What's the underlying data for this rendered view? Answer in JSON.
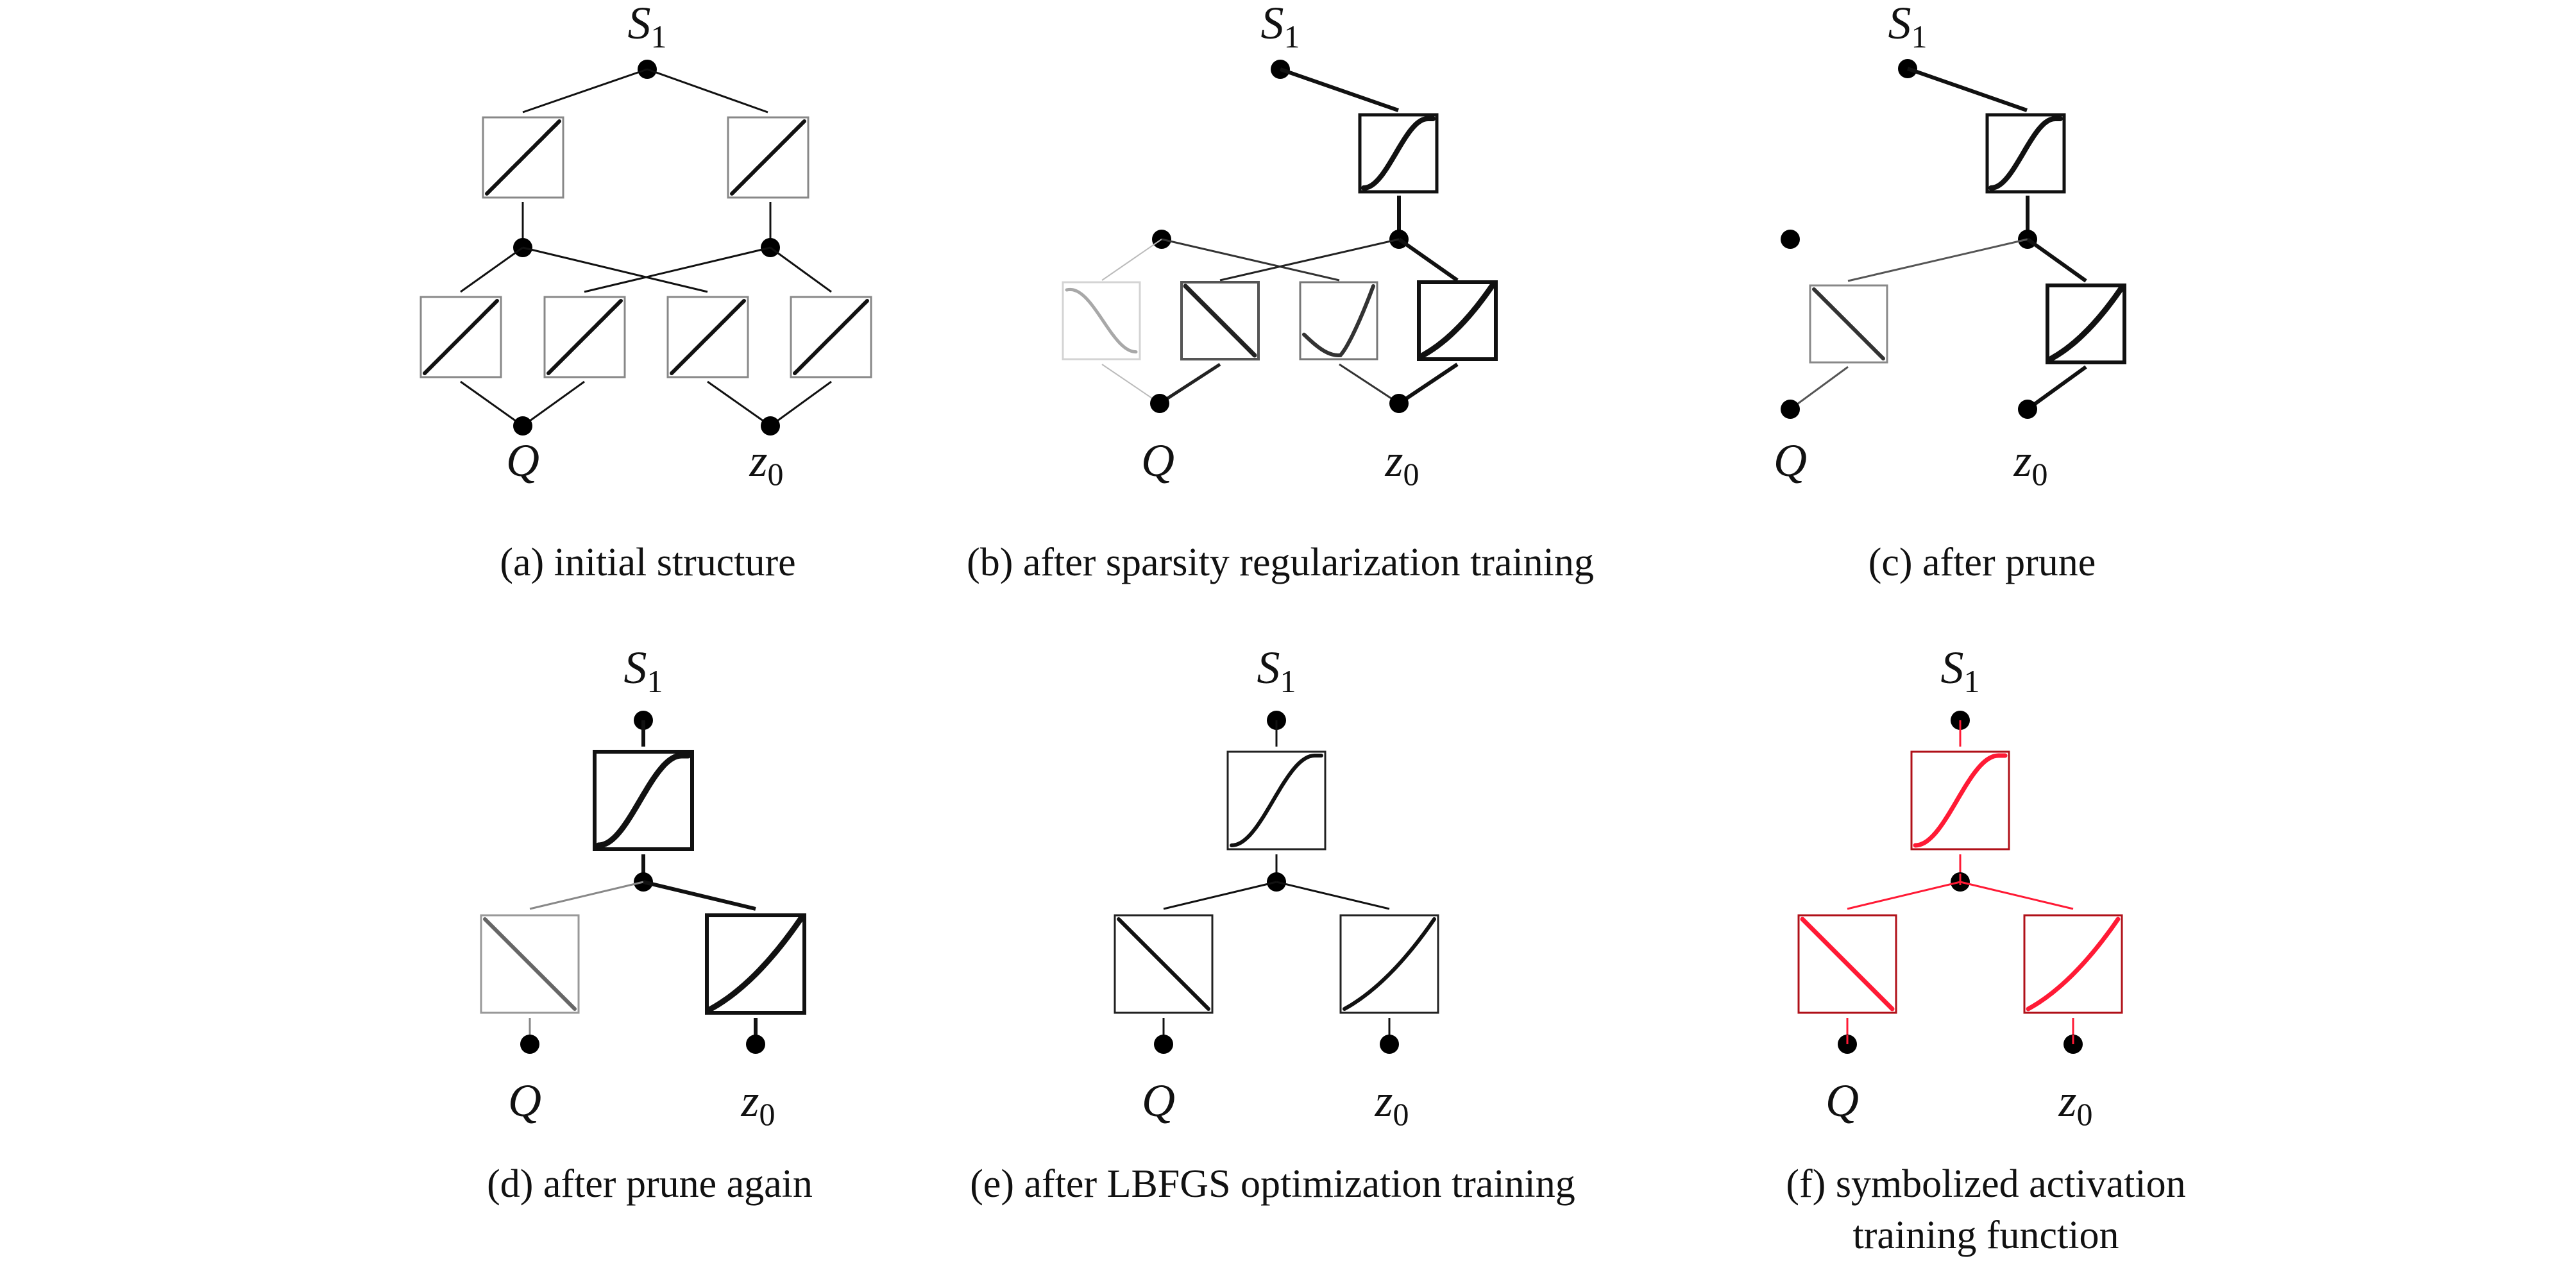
{
  "figure": {
    "description": "Progression of a KAN-style network structure from initial state to symbolized activations",
    "colors": {
      "node": "#000000",
      "symbolic_line": "#ff1a35",
      "symbolic_box": "#b01018"
    },
    "panels": [
      {
        "id": "a",
        "caption": [
          "(a) initial structure"
        ],
        "output_label": {
          "main": "S",
          "sub": "1"
        },
        "input_labels": [
          {
            "main": "Q",
            "sub": ""
          },
          {
            "main": "z",
            "sub": "0"
          }
        ],
        "hidden_node_labels": [],
        "activations": [
          {
            "layer": "output",
            "name": "linear",
            "shape": "linear-up",
            "strength": 0.5
          },
          {
            "layer": "output",
            "name": "linear",
            "shape": "linear-up",
            "strength": 0.5
          },
          {
            "layer": "hidden",
            "name": "linear",
            "shape": "linear-up",
            "strength": 0.5
          },
          {
            "layer": "hidden",
            "name": "linear",
            "shape": "linear-up",
            "strength": 0.5
          },
          {
            "layer": "hidden",
            "name": "linear",
            "shape": "linear-up",
            "strength": 0.5
          },
          {
            "layer": "hidden",
            "name": "linear",
            "shape": "linear-up",
            "strength": 0.5
          }
        ],
        "style": "initial"
      },
      {
        "id": "b",
        "caption": [
          "(b) after sparsity regularization training"
        ],
        "output_label": {
          "main": "S",
          "sub": "1"
        },
        "input_labels": [
          {
            "main": "Q",
            "sub": ""
          },
          {
            "main": "z",
            "sub": "0"
          }
        ],
        "activations": [
          {
            "layer": "output",
            "name": "sigmoid-like",
            "shape": "s-curve",
            "strength": 1.0
          },
          {
            "layer": "hidden",
            "name": "sine-like",
            "shape": "wave-down",
            "strength": 0.25
          },
          {
            "layer": "hidden",
            "name": "decreasing",
            "shape": "linear-down",
            "strength": 0.7
          },
          {
            "layer": "hidden",
            "name": "quadratic-like",
            "shape": "dip-up",
            "strength": 0.55
          },
          {
            "layer": "hidden",
            "name": "convex increasing",
            "shape": "convex-up",
            "strength": 1.0
          }
        ],
        "style": "sparse"
      },
      {
        "id": "c",
        "caption": [
          "(c) after prune"
        ],
        "output_label": {
          "main": "S",
          "sub": "1"
        },
        "input_labels": [
          {
            "main": "Q",
            "sub": ""
          },
          {
            "main": "z",
            "sub": "0"
          }
        ],
        "activations": [
          {
            "layer": "output",
            "name": "sigmoid-like",
            "shape": "s-curve",
            "strength": 1.0
          },
          {
            "layer": "hidden",
            "name": "decreasing",
            "shape": "linear-down",
            "strength": 0.55
          },
          {
            "layer": "hidden",
            "name": "convex increasing",
            "shape": "convex-up",
            "strength": 1.0
          }
        ],
        "style": "pruned"
      },
      {
        "id": "d",
        "caption": [
          "(d) after prune again"
        ],
        "output_label": {
          "main": "S",
          "sub": "1"
        },
        "input_labels": [
          {
            "main": "Q",
            "sub": ""
          },
          {
            "main": "z",
            "sub": "0"
          }
        ],
        "activations": [
          {
            "layer": "output",
            "name": "sigmoid-like",
            "shape": "s-curve",
            "strength": 1.0
          },
          {
            "layer": "hidden",
            "name": "decreasing",
            "shape": "linear-down",
            "strength": 0.45
          },
          {
            "layer": "hidden",
            "name": "convex increasing",
            "shape": "convex-up",
            "strength": 1.0
          }
        ],
        "style": "compact"
      },
      {
        "id": "e",
        "caption": [
          "(e) after LBFGS optimization training"
        ],
        "output_label": {
          "main": "S",
          "sub": "1"
        },
        "input_labels": [
          {
            "main": "Q",
            "sub": ""
          },
          {
            "main": "z",
            "sub": "0"
          }
        ],
        "activations": [
          {
            "layer": "output",
            "name": "sigmoid-like",
            "shape": "s-curve",
            "strength": 0.8
          },
          {
            "layer": "hidden",
            "name": "decreasing",
            "shape": "linear-down",
            "strength": 0.8
          },
          {
            "layer": "hidden",
            "name": "convex increasing",
            "shape": "convex-up",
            "strength": 0.8
          }
        ],
        "style": "compact"
      },
      {
        "id": "f",
        "caption": [
          "(f) symbolized activation",
          "training function"
        ],
        "output_label": {
          "main": "S",
          "sub": "1"
        },
        "input_labels": [
          {
            "main": "Q",
            "sub": ""
          },
          {
            "main": "z",
            "sub": "0"
          }
        ],
        "activations": [
          {
            "layer": "output",
            "name": "sigmoid-like",
            "shape": "s-curve",
            "strength": 0.8
          },
          {
            "layer": "hidden",
            "name": "decreasing",
            "shape": "linear-down",
            "strength": 0.8
          },
          {
            "layer": "hidden",
            "name": "convex increasing",
            "shape": "convex-up",
            "strength": 0.8
          }
        ],
        "style": "symbolic"
      }
    ]
  }
}
